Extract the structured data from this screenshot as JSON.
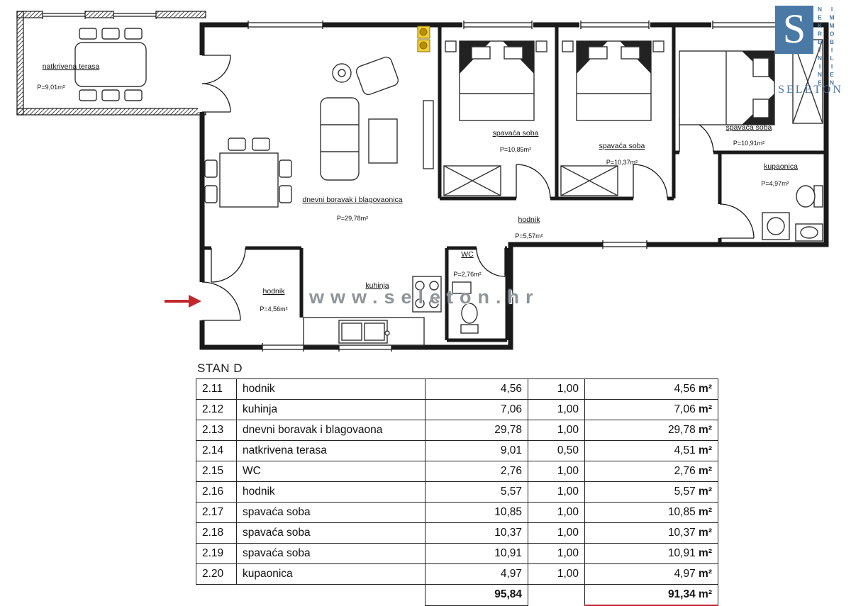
{
  "logo": {
    "letter": "S",
    "vertical_primary": "NEKRETNINE",
    "vertical_secondary": "IMMOBILIEN",
    "brand": "SELETON",
    "brand_color": "#4a79a5"
  },
  "watermark": {
    "text": "www.seleton.hr"
  },
  "plan": {
    "labels": {
      "terrace_name": "natkrivena terasa",
      "terrace_area": "P=9,01m²",
      "living_name": "dnevni boravak i blagovaonica",
      "living_area": "P=29,78m²",
      "bedroom1_name": "spavaća soba",
      "bedroom1_area": "P=10,85m²",
      "bedroom2_name": "spavaća soba",
      "bedroom2_area": "P=10,37m²",
      "bedroom3_name": "spavaća soba",
      "bedroom3_area": "P=10,91m²",
      "bathroom_name": "kupaonica",
      "bathroom_area": "P=4,97m²",
      "hall_name": "hodnik",
      "hall_area": "P=5,57m²",
      "wc_name": "WC",
      "wc_area": "P=2,76m²",
      "kitchen_name": "kuhinja",
      "entry_hall_name": "hodnik",
      "entry_hall_area": "P=4,56m²"
    },
    "accent_arrow_color": "#c1272d"
  },
  "table": {
    "title": "STAN D",
    "unit": "m²",
    "rows": [
      {
        "id": "2.11",
        "name": "hodnik",
        "area": "4,56",
        "coef": "1,00",
        "total": "4,56"
      },
      {
        "id": "2.12",
        "name": "kuhinja",
        "area": "7,06",
        "coef": "1,00",
        "total": "7,06"
      },
      {
        "id": "2.13",
        "name": "dnevni boravak i blagovaona",
        "area": "29,78",
        "coef": "1,00",
        "total": "29,78"
      },
      {
        "id": "2.14",
        "name": "natkrivena terasa",
        "area": "9,01",
        "coef": "0,50",
        "total": "4,51"
      },
      {
        "id": "2.15",
        "name": "WC",
        "area": "2,76",
        "coef": "1,00",
        "total": "2,76"
      },
      {
        "id": "2.16",
        "name": "hodnik",
        "area": "5,57",
        "coef": "1,00",
        "total": "5,57"
      },
      {
        "id": "2.17",
        "name": "spavaća soba",
        "area": "10,85",
        "coef": "1,00",
        "total": "10,85"
      },
      {
        "id": "2.18",
        "name": "spavaća soba",
        "area": "10,37",
        "coef": "1,00",
        "total": "10,37"
      },
      {
        "id": "2.19",
        "name": "spavaća soba",
        "area": "10,91",
        "coef": "1,00",
        "total": "10,91"
      },
      {
        "id": "2.20",
        "name": "kupaonica",
        "area": "4,97",
        "coef": "1,00",
        "total": "4,97"
      }
    ],
    "sum_area": "95,84",
    "sum_total": "91,34"
  }
}
